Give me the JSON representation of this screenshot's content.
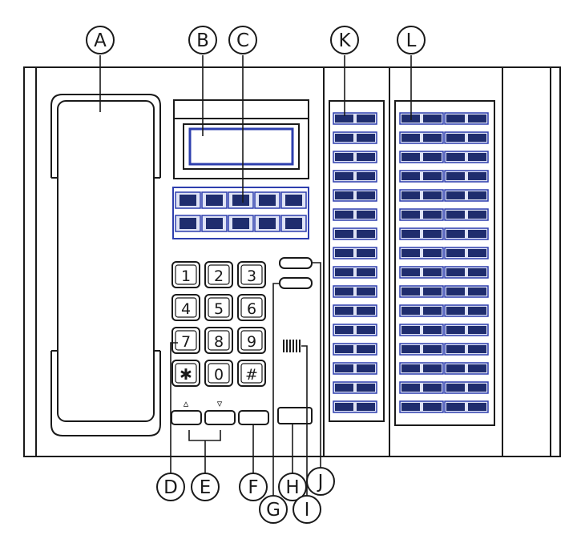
{
  "callouts": [
    "A",
    "B",
    "C",
    "K",
    "L",
    "D",
    "E",
    "F",
    "G",
    "H",
    "I",
    "J"
  ],
  "keypad": {
    "keys": [
      "1",
      "2",
      "3",
      "4",
      "5",
      "6",
      "7",
      "8",
      "9",
      "✱",
      "0",
      "#"
    ]
  },
  "scroll_arrows": {
    "up": "▵",
    "down": "▿"
  },
  "colors": {
    "line": "#1a1a1a",
    "key_fill": "#1f2d6e",
    "key_border": "#2e3fae",
    "body": "#ffffff"
  },
  "counts": {
    "display_key_rows": 2,
    "display_key_cols": 5,
    "k_rows": 16,
    "k_cols": 2,
    "l_rows": 16,
    "l_cols": 4
  }
}
